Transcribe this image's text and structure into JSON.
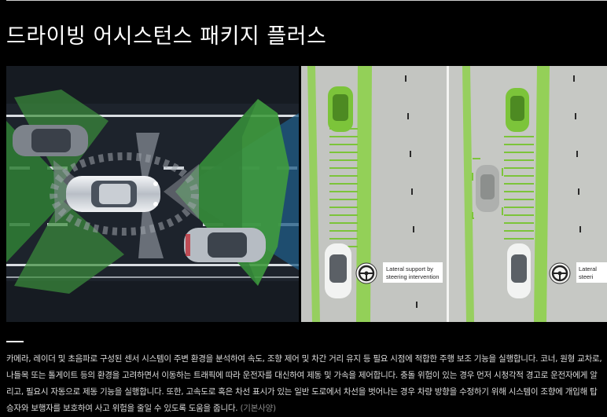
{
  "page": {
    "title": "드라이빙 어시스턴스 패키지 플러스"
  },
  "figure": {
    "right_caption_1_line1": "Lateral support by",
    "right_caption_1_line2": "steering intervention",
    "right_caption_2_line1": "Lateral",
    "right_caption_2_line2": "steeri"
  },
  "description": {
    "body": "카메라, 레이더 및 초음파로 구성된 센서 시스템이 주변 환경을 분석하여 속도, 조향 제어 및 차간 거리 유지 등 필요 시점에 적합한 주행 보조 기능을 실행합니다. 코너, 원형 교차로, 나들목 또는 톨게이트 등의 환경을 고려하면서 이동하는 트래픽에 따라 운전자를 대신하여 제동 및 가속을 제어합니다. 충돌 위험이 있는 경우 먼저 시청각적 경고로 운전자에게 알리고, 필요시 자동으로 제동 기능을 실행합니다. 또한, 고속도로 혹은 차선 표시가 있는 일반 도로에서 차선을 벗어나는 경우 차량 방향을 수정하기 위해 시스템이 조향에 개입해 탑승자와 보행자를 보호하여 사고 위험을 줄일 수 있도록 도움을 줍니다.",
    "note": "(기본사양)"
  },
  "colors": {
    "background": "#000000",
    "sensor_green": "#5fbf3a",
    "lane_green": "#8fd14f",
    "road_dark": "#1a1f27"
  }
}
